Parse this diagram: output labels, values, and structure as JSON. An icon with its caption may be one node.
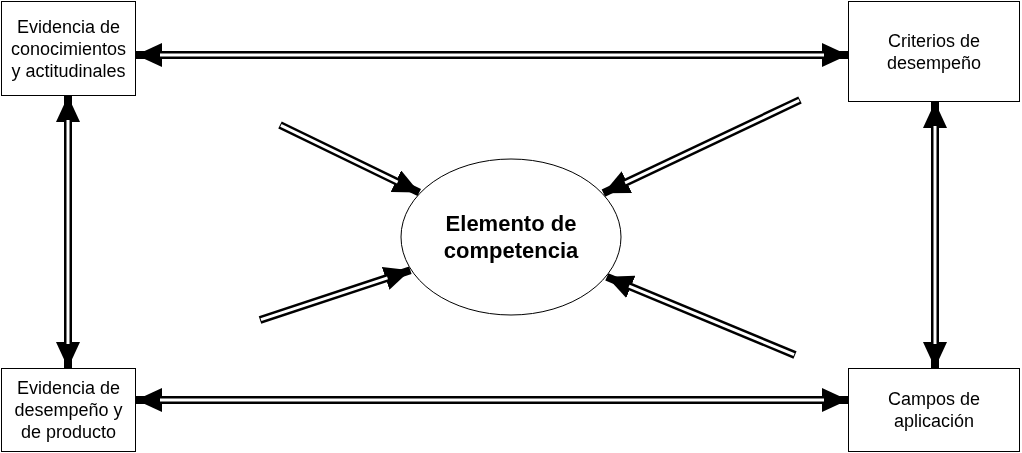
{
  "diagram": {
    "nodes": [
      {
        "text": [
          "Evidencia de conocimientos y actitudinales"
        ]
      },
      {
        "text": [
          "Criterios de desempeño"
        ]
      },
      {
        "text": [
          "Elemento de competencia"
        ]
      },
      {
        "text": [
          "Evidencia de desempeño y de producto"
        ]
      },
      {
        "text": [
          "Campos de aplicación"
        ]
      }
    ],
    "edges": [
      {
        "from": 0,
        "to": 1,
        "arrow": "both"
      },
      {
        "from": 0,
        "to": 3,
        "arrow": "both"
      },
      {
        "from": 1,
        "to": 4,
        "arrow": "both"
      },
      {
        "from": 3,
        "to": 4,
        "arrow": "both"
      },
      {
        "from": null,
        "to": 2,
        "arrow": "to"
      },
      {
        "from": null,
        "to": 2,
        "arrow": "to"
      },
      {
        "from": null,
        "to": 2,
        "arrow": "to"
      },
      {
        "from": null,
        "to": 2,
        "arrow": "to"
      }
    ]
  }
}
